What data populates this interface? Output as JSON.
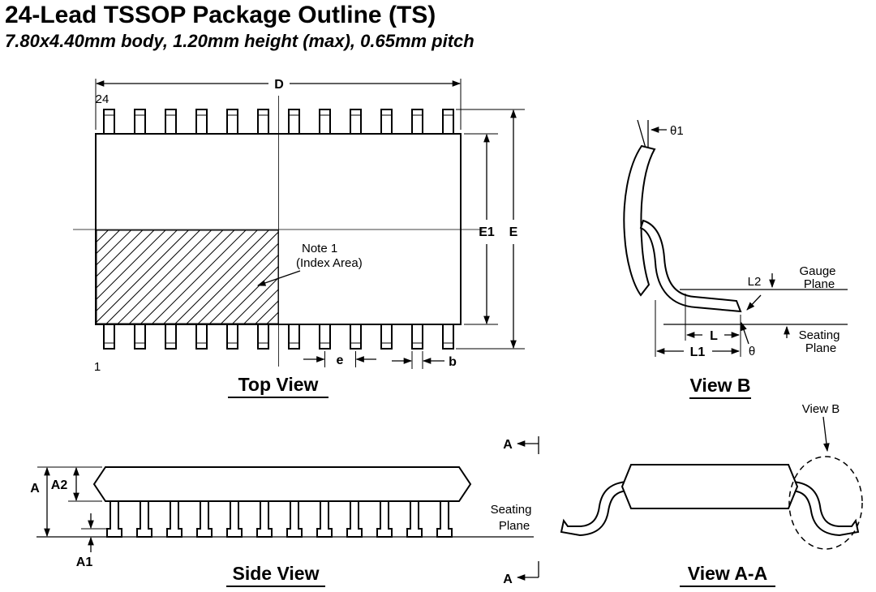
{
  "title": "24-Lead TSSOP Package Outline (TS)",
  "subtitle": "7.80x4.40mm body, 1.20mm height (max), 0.65mm pitch",
  "top_view": {
    "label": "Top View",
    "pin_24": "24",
    "pin_1": "1",
    "dim_d": "D",
    "dim_e1": "E1",
    "dim_e": "E",
    "dim_pitch": "e",
    "dim_b": "b",
    "note1_line1": "Note 1",
    "note1_line2": "(Index Area)"
  },
  "view_b": {
    "label": "View B",
    "dim_theta1": "θ1",
    "dim_l2": "L2",
    "gauge_plane_line1": "Gauge",
    "gauge_plane_line2": "Plane",
    "dim_l": "L",
    "dim_l1": "L1",
    "dim_theta": "θ",
    "seating_plane_line1": "Seating",
    "seating_plane_line2": "Plane"
  },
  "side_view": {
    "label": "Side View",
    "dim_a": "A",
    "dim_a2": "A2",
    "dim_a1": "A1",
    "seating_plane_line1": "Seating",
    "seating_plane_line2": "Plane",
    "section_label_top": "A",
    "section_label_bottom": "A"
  },
  "view_aa": {
    "label": "View A-A",
    "view_b_callout": "View B"
  }
}
